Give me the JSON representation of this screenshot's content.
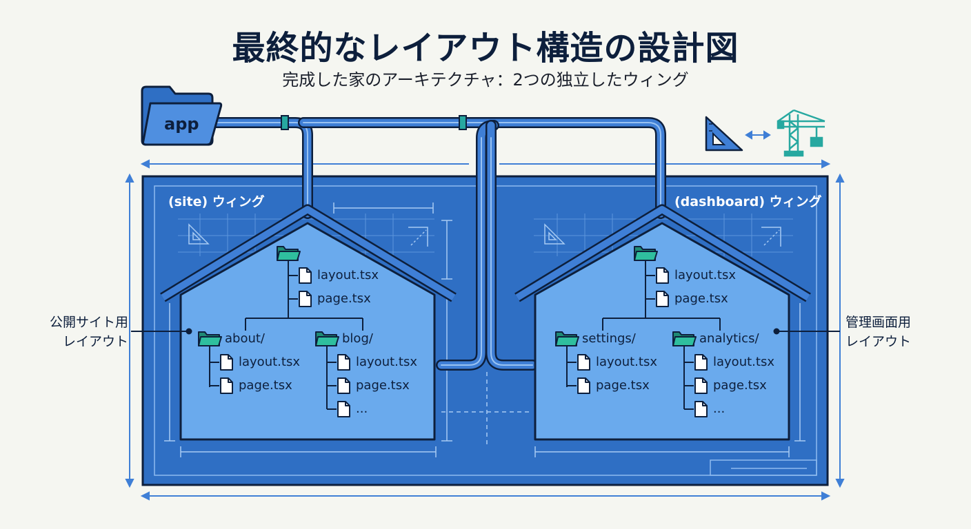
{
  "header": {
    "title": "最終的なレイアウト構造の設計図",
    "subtitle": "完成した家のアーキテクチャ：2つの独立したウィング"
  },
  "root_folder": {
    "label": "app",
    "icon": "folder-icon"
  },
  "tools": {
    "icons": [
      "set-square-icon",
      "double-arrow-icon",
      "crane-icon"
    ]
  },
  "annotations": {
    "left": [
      "公開サイト用",
      "レイアウト"
    ],
    "right": [
      "管理画面用",
      "レイアウト"
    ]
  },
  "wings": {
    "site": {
      "label": "(site) ウィング",
      "root_files": [
        "layout.tsx",
        "page.tsx"
      ],
      "folders": [
        {
          "name": "about/",
          "files": [
            "layout.tsx",
            "page.tsx"
          ]
        },
        {
          "name": "blog/",
          "files": [
            "layout.tsx",
            "page.tsx",
            "..."
          ]
        }
      ]
    },
    "dashboard": {
      "label": "(dashboard) ウィング",
      "root_files": [
        "layout.tsx",
        "page.tsx"
      ],
      "folders": [
        {
          "name": "settings/",
          "files": [
            "layout.tsx",
            "page.tsx"
          ]
        },
        {
          "name": "analytics/",
          "files": [
            "layout.tsx",
            "page.tsx",
            "..."
          ]
        }
      ]
    }
  },
  "colors": {
    "blueprint": "#2f6fc4",
    "house_fill": "#6aaaed",
    "outline": "#0d1f3c",
    "pipe": "#3f7fd6",
    "folder_green": "#2aa88e",
    "folder_blue": "#4f8fe0",
    "accent_teal": "#27a8a0"
  }
}
